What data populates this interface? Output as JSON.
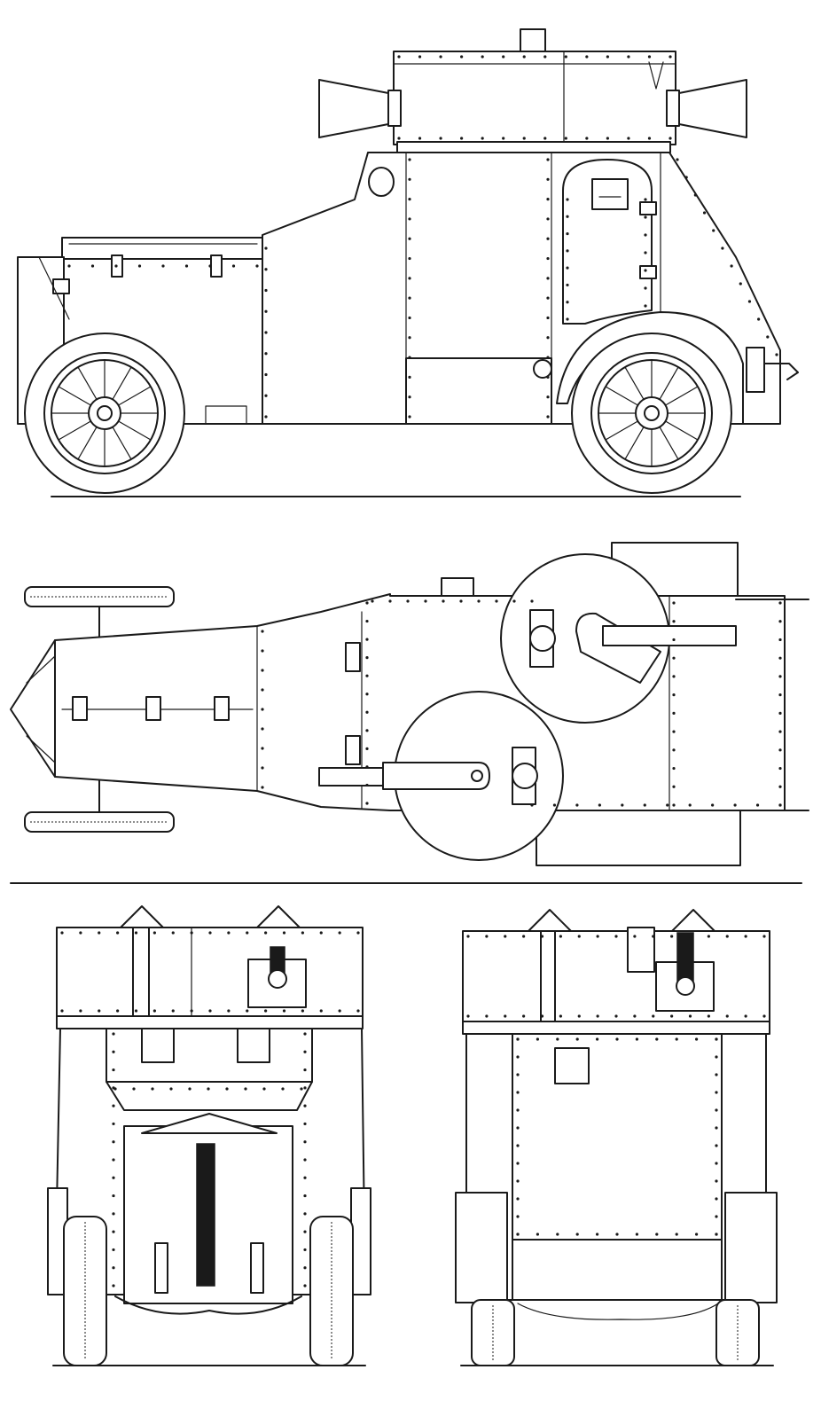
{
  "figure": {
    "views": [
      {
        "key": "side"
      },
      {
        "key": "top"
      },
      {
        "key": "front"
      },
      {
        "key": "rear"
      }
    ]
  },
  "colors": {
    "line": "#1a1a1a",
    "paper": "#ffffff"
  }
}
